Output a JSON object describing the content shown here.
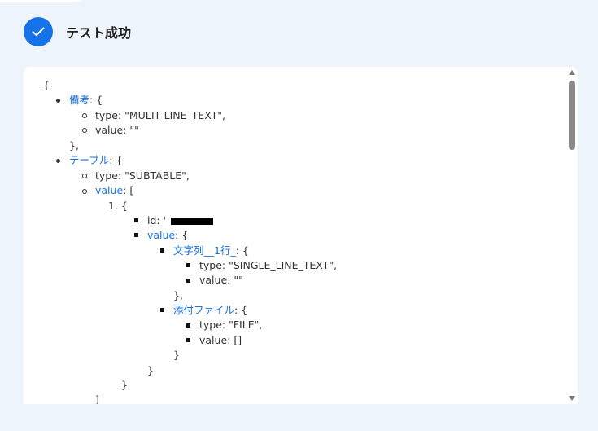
{
  "header": {
    "title": "テスト成功",
    "icon": "check-icon",
    "accent_color": "#1672e8"
  },
  "json_view": {
    "open_brace": "{",
    "biko": {
      "key": "備考",
      "open": ": {",
      "type_line": "type: \"MULTI_LINE_TEXT\",",
      "value_line": "value: \"\"",
      "close": "},"
    },
    "table": {
      "key": "テーブル",
      "open": ": {",
      "type_line": "type: \"SUBTABLE\",",
      "value_key": "value",
      "value_open": ": [",
      "row_number": "1.",
      "row_open": "{",
      "id_line": "id: '",
      "row_value_key": "value",
      "row_value_open": ": {",
      "text_field": {
        "key": "文字列__1行_",
        "open": ": {",
        "type_line": "type: \"SINGLE_LINE_TEXT\",",
        "value_line": "value: \"\"",
        "close": "},"
      },
      "file_field": {
        "key": "添付ファイル",
        "open": ": {",
        "type_line": "type: \"FILE\",",
        "value_line": "value: []",
        "close": "}"
      },
      "row_value_close": "}",
      "row_close": "}",
      "value_close": "]"
    }
  }
}
